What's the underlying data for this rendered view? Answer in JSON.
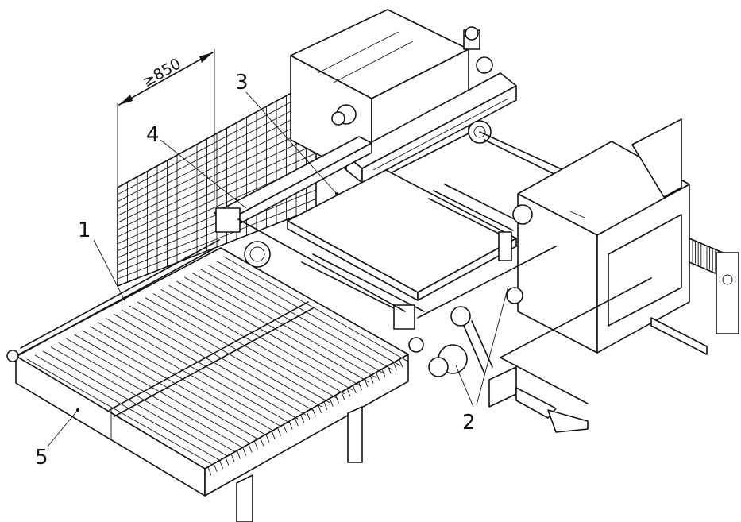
{
  "dimension": {
    "text": "≥850"
  },
  "callouts": [
    {
      "id": "1",
      "text": "1"
    },
    {
      "id": "2",
      "text": "2"
    },
    {
      "id": "3",
      "text": "3"
    },
    {
      "id": "4",
      "text": "4"
    },
    {
      "id": "5",
      "text": "5"
    }
  ]
}
